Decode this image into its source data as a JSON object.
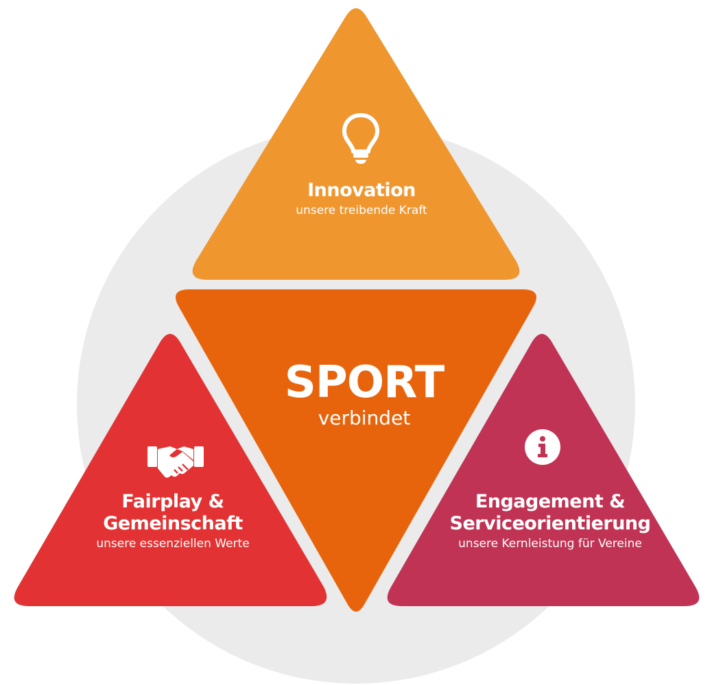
{
  "colors": {
    "background_circle": "#ebebeb",
    "innovation": "#f0962e",
    "sport": "#e8640c",
    "fairplay": "#e33233",
    "engagement": "#c03354",
    "text": "#ffffff"
  },
  "innovation": {
    "title": "Innovation",
    "subtitle": "unsere treibende Kraft",
    "icon": "lightbulb-icon"
  },
  "sport": {
    "title": "SPORT",
    "subtitle": "verbindet"
  },
  "fairplay": {
    "title_line1": "Fairplay &",
    "title_line2": "Gemeinschaft",
    "subtitle": "unsere essenziellen Werte",
    "icon": "handshake-icon"
  },
  "engagement": {
    "title_line1": "Engagement &",
    "title_line2": "Serviceorientierung",
    "subtitle": "unsere Kernleistung für Vereine",
    "icon": "info-icon"
  }
}
